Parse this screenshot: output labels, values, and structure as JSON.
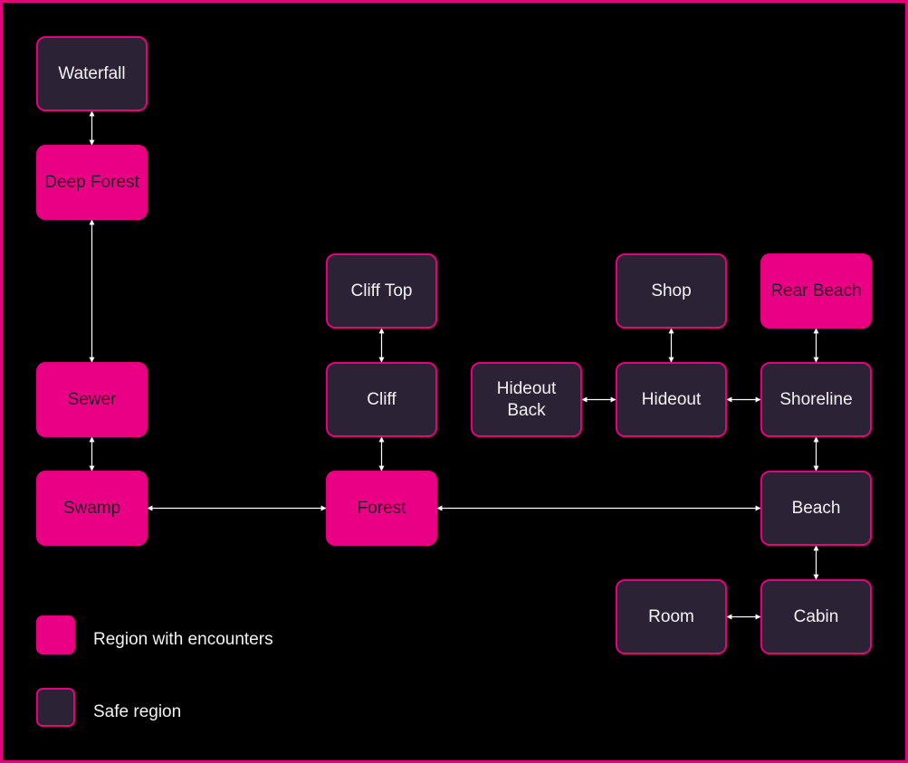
{
  "colors": {
    "border": "#e6007e",
    "encounter_fill": "#ea0084",
    "safe_fill": "#2c2235",
    "edge": "#ffffff",
    "background": "#000000"
  },
  "regions": [
    {
      "id": "waterfall",
      "label": "Waterfall",
      "type": "safe"
    },
    {
      "id": "deep-forest",
      "label": "Deep Forest",
      "type": "encounters"
    },
    {
      "id": "cliff-top",
      "label": "Cliff Top",
      "type": "safe"
    },
    {
      "id": "shop",
      "label": "Shop",
      "type": "safe"
    },
    {
      "id": "rear-beach",
      "label": "Rear Beach",
      "type": "encounters"
    },
    {
      "id": "sewer",
      "label": "Sewer",
      "type": "encounters"
    },
    {
      "id": "cliff",
      "label": "Cliff",
      "type": "safe"
    },
    {
      "id": "hideout-back",
      "label": "Hideout Back",
      "type": "safe"
    },
    {
      "id": "hideout",
      "label": "Hideout",
      "type": "safe"
    },
    {
      "id": "shoreline",
      "label": "Shoreline",
      "type": "safe"
    },
    {
      "id": "swamp",
      "label": "Swamp",
      "type": "encounters"
    },
    {
      "id": "forest",
      "label": "Forest",
      "type": "encounters"
    },
    {
      "id": "beach",
      "label": "Beach",
      "type": "safe"
    },
    {
      "id": "room",
      "label": "Room",
      "type": "safe"
    },
    {
      "id": "cabin",
      "label": "Cabin",
      "type": "safe"
    }
  ],
  "connections": [
    {
      "from": "waterfall",
      "to": "deep-forest"
    },
    {
      "from": "deep-forest",
      "to": "sewer"
    },
    {
      "from": "sewer",
      "to": "swamp"
    },
    {
      "from": "swamp",
      "to": "forest"
    },
    {
      "from": "forest",
      "to": "beach"
    },
    {
      "from": "cliff-top",
      "to": "cliff"
    },
    {
      "from": "cliff",
      "to": "forest"
    },
    {
      "from": "hideout-back",
      "to": "hideout"
    },
    {
      "from": "hideout",
      "to": "shoreline"
    },
    {
      "from": "shop",
      "to": "hideout"
    },
    {
      "from": "rear-beach",
      "to": "shoreline"
    },
    {
      "from": "shoreline",
      "to": "beach"
    },
    {
      "from": "beach",
      "to": "cabin"
    },
    {
      "from": "room",
      "to": "cabin"
    }
  ],
  "legend": {
    "encounters_label": "Region with encounters",
    "safe_label": "Safe region"
  }
}
